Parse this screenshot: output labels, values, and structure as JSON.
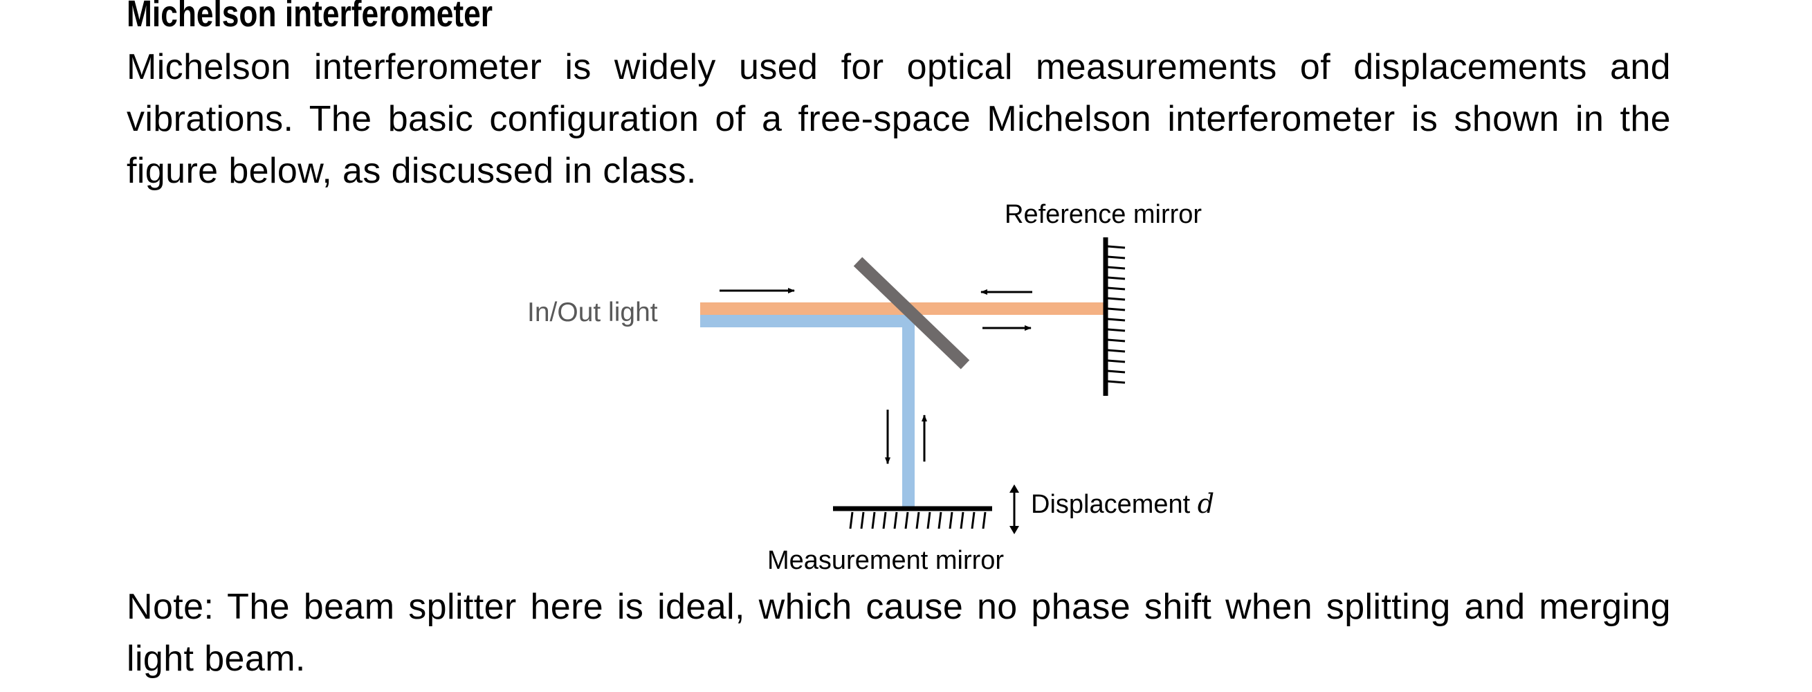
{
  "heading": "Michelson interferometer",
  "intro_text": "Michelson interferometer is widely used for optical measurements of displacements and vibrations. The basic configuration of a free-space Michelson interferometer is shown in the figure below, as discussed in class.",
  "figure": {
    "reference_mirror_label": "Reference mirror",
    "in_out_label": "In/Out light",
    "displacement_label": "Displacement",
    "displacement_symbol": "d",
    "measurement_mirror_label": "Measurement mirror",
    "colors": {
      "orange_beam": "#F4B183",
      "blue_beam": "#9DC3E6",
      "beam_splitter": "#6E6A6A",
      "label_gray": "#595959",
      "label_black": "#000000"
    }
  },
  "note_text": "Note: The beam splitter here is ideal, which cause no phase shift when splitting and merging light beam."
}
